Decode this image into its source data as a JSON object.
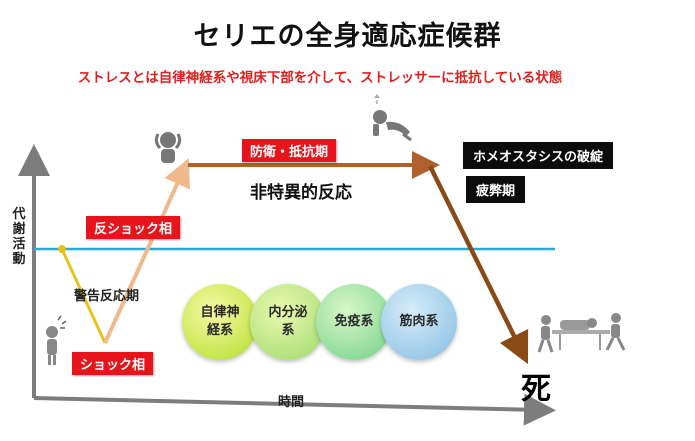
{
  "title": "セリエの全身適応症候群",
  "subtitle": "ストレスとは自律神経系や視床下部を介して、ストレッサーに抵抗している状態",
  "axes": {
    "y_label": "代謝活動",
    "x_label": "時間"
  },
  "labels": {
    "defense": "防衛・抵抗期",
    "anti_shock": "反ショック相",
    "alarm": "警告反応期",
    "shock": "ショック相",
    "nonspecific": "非特異的反応",
    "homeostasis_breakdown": "ホメオスタシスの破綻",
    "exhaustion": "疲弊期",
    "death": "死"
  },
  "systems": [
    {
      "line1": "自律神",
      "line2": "経系"
    },
    {
      "line1": "内分泌",
      "line2": "系"
    },
    {
      "line1": "免疫系",
      "line2": ""
    },
    {
      "line1": "筋肉系",
      "line2": ""
    }
  ],
  "colors": {
    "title": "#111111",
    "subtitle": "#e01f1f",
    "label_red": "#e8141b",
    "label_black": "#0c0c0c",
    "baseline": "#2aa9d6",
    "alarm_line": "#e8c21a",
    "rise_line": "#f0b98c",
    "resistance_line": "#b0602a",
    "exhaustion_line": "#8a4a16",
    "axis": "#7d7d7d"
  },
  "icons": [
    "stressed-person-icon",
    "head-holding-person-icon",
    "collapsing-person-icon",
    "fallen-person-icon",
    "stretcher-icon"
  ]
}
